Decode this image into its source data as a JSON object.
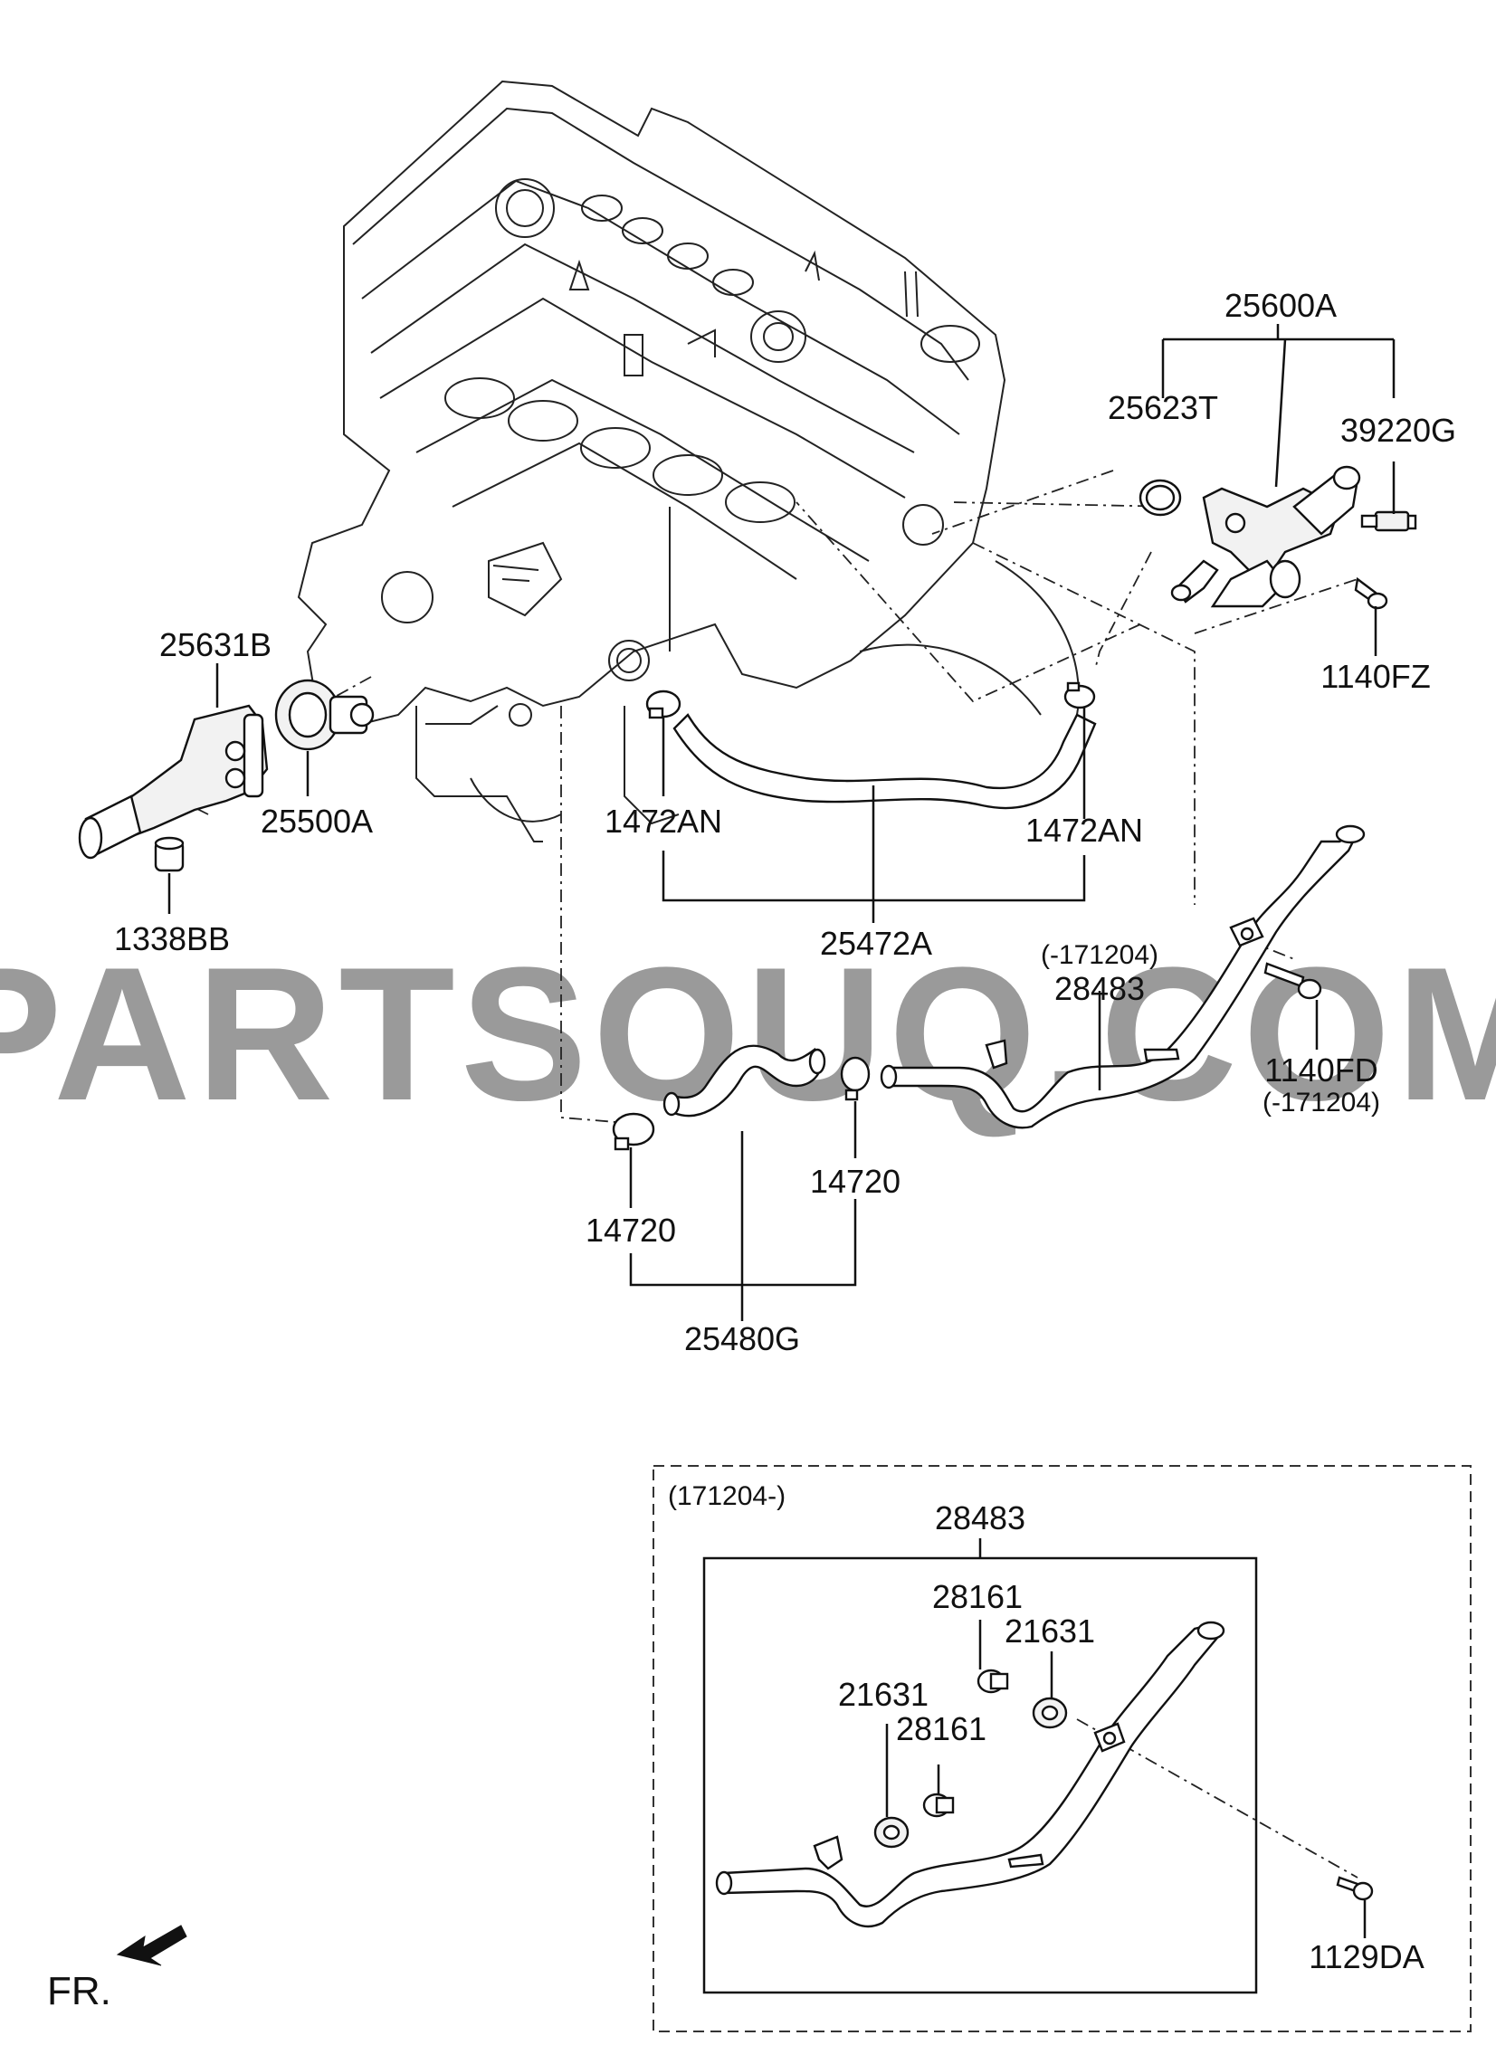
{
  "watermark": "PARTSOUQ.COM",
  "direction_label": "FR.",
  "labels": {
    "p25600A": "25600A",
    "p25623T": "25623T",
    "p39220G": "39220G",
    "p1140FZ": "1140FZ",
    "p25631B": "25631B",
    "p25500A": "25500A",
    "p1338BB": "1338BB",
    "p1472AN_left": "1472AN",
    "p1472AN_right": "1472AN",
    "p25472A": "25472A",
    "p28483_top_date": "(-171204)",
    "p28483_top": "28483",
    "p1140FD": "1140FD",
    "p1140FD_date": "(-171204)",
    "p14720_right": "14720",
    "p14720_left": "14720",
    "p25480G": "25480G"
  },
  "inset": {
    "date": "(171204-)",
    "p28483": "28483",
    "p28161_top": "28161",
    "p21631_top": "21631",
    "p21631_left": "21631",
    "p28161_left": "28161",
    "p1129DA": "1129DA"
  }
}
